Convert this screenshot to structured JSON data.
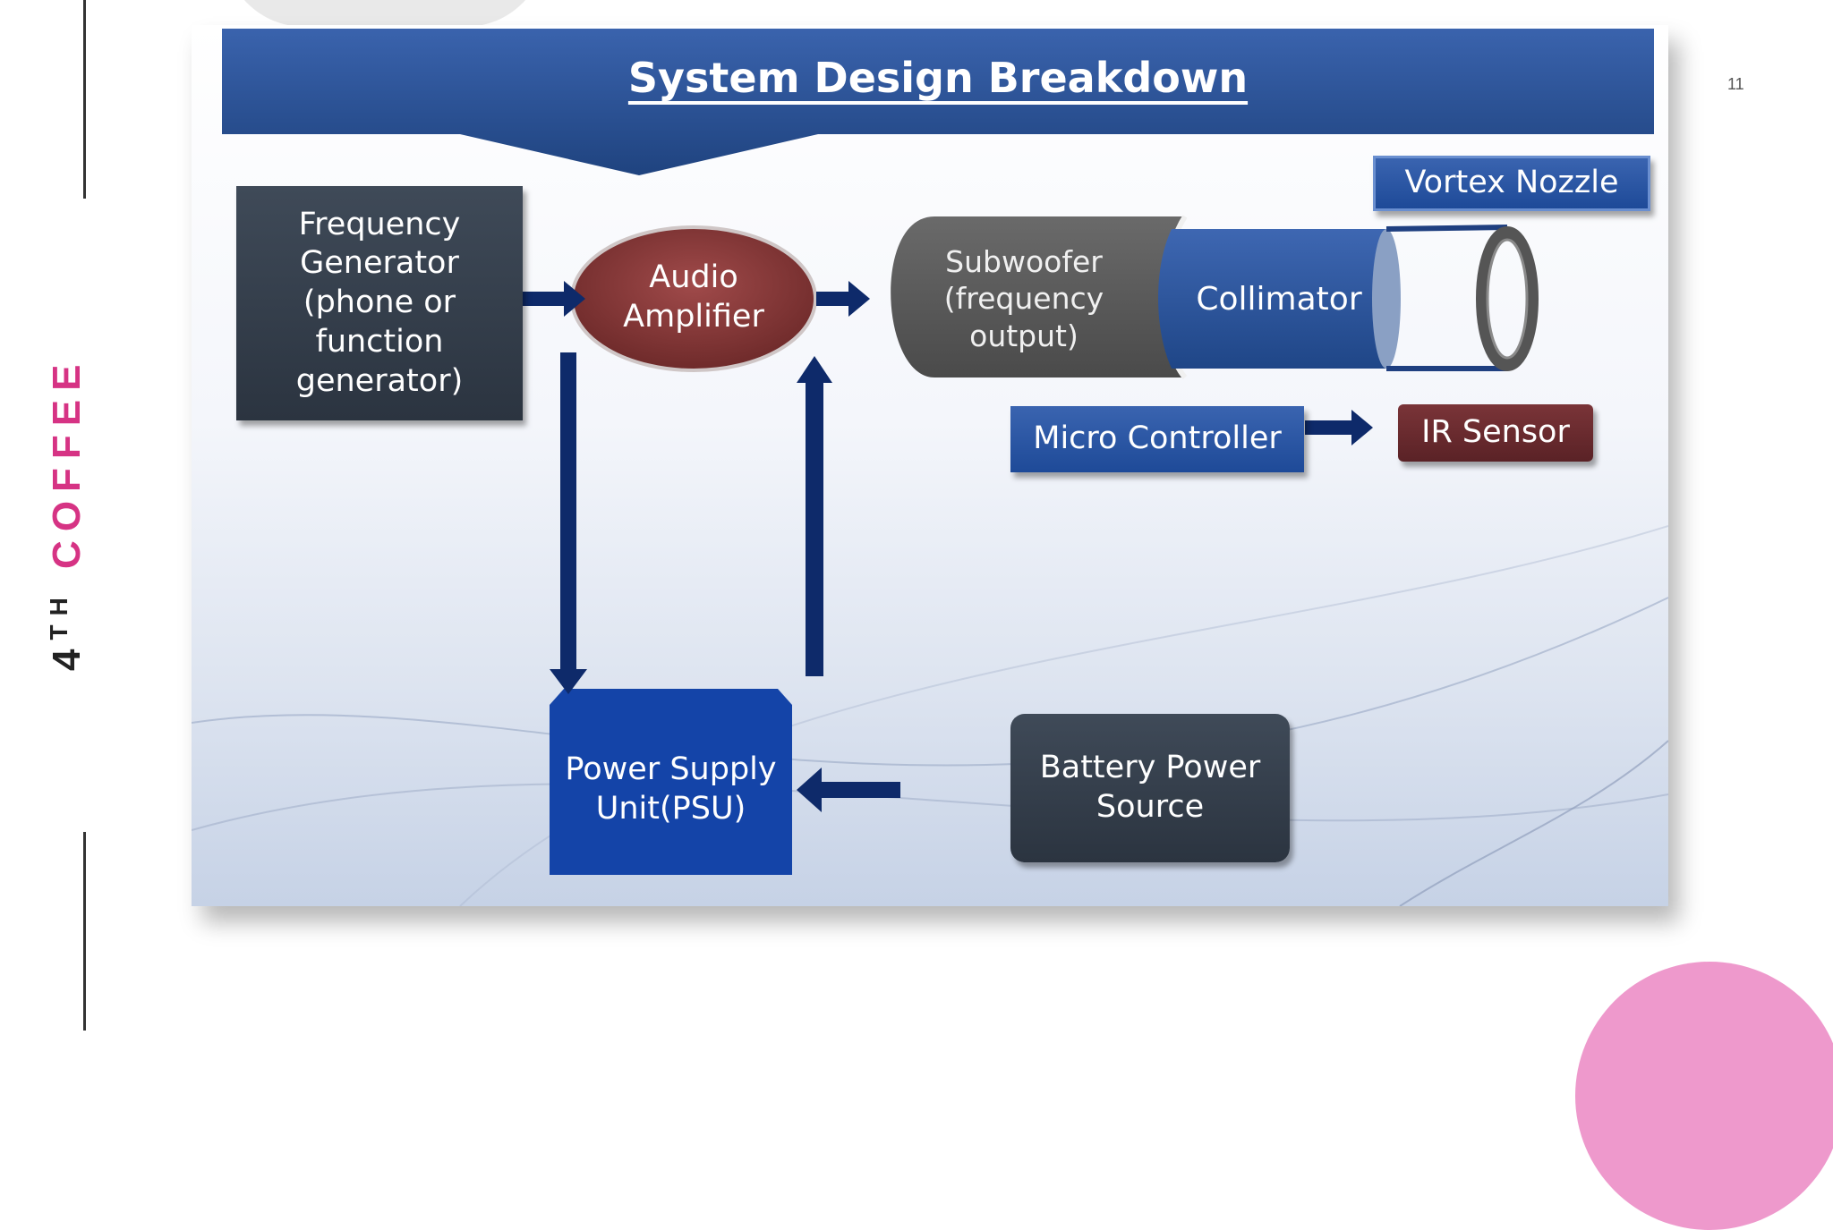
{
  "brand": {
    "number": "4",
    "suffix": "TH",
    "word": "COFFEE"
  },
  "page_number": "11",
  "diagram": {
    "title": "System Design Breakdown",
    "nodes": {
      "frequency_generator": "Frequency\nGenerator\n(phone or\nfunction\ngenerator)",
      "audio_amplifier": "Audio\nAmplifier",
      "subwoofer": "Subwoofer\n(frequency\noutput)",
      "collimator": "Collimator",
      "vortex_nozzle": "Vortex Nozzle",
      "micro_controller": "Micro Controller",
      "ir_sensor": "IR Sensor",
      "power_supply": "Power Supply\nUnit(PSU)",
      "battery": "Battery Power\nSource"
    }
  },
  "colors": {
    "accent": "#d63384",
    "header_blue": "#2a4f93",
    "arrow_navy": "#0e2a6a"
  }
}
